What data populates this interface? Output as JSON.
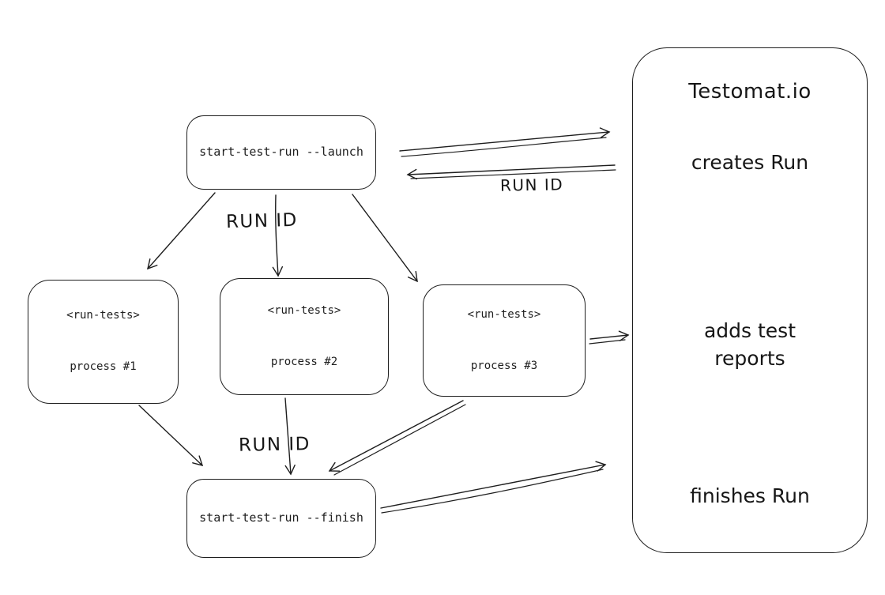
{
  "colors": {
    "stroke": "#1e1e1e",
    "background": "#ffffff"
  },
  "diagram": {
    "launch_box": {
      "label": "start-test-run --launch"
    },
    "finish_box": {
      "label": "start-test-run --finish"
    },
    "run_id_top": "RUN ID",
    "run_id_mid": "RUN ID",
    "run_id_bottom": "RUN ID",
    "process_boxes": [
      {
        "line1": "<run-tests>",
        "line2": "process #1"
      },
      {
        "line1": "<run-tests>",
        "line2": "process #2"
      },
      {
        "line1": "<run-tests>",
        "line2": "process #3"
      }
    ],
    "testomat": {
      "title": "Testomat.io",
      "creates_label": "creates Run",
      "adds_label": "adds test reports",
      "finishes_label": "finishes Run"
    }
  }
}
